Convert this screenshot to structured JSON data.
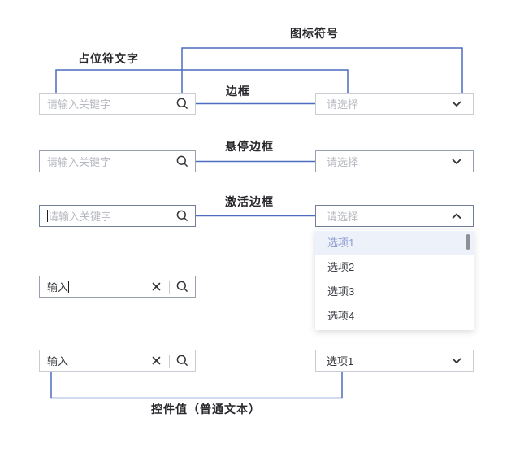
{
  "colors": {
    "connector": "#4d6bbf",
    "label_text": "#26272b",
    "border_normal": "#c9ccd3",
    "border_hover": "#98a0b0",
    "border_active": "#727d96",
    "placeholder_text": "#b6b9c0",
    "value_text": "#2e3136",
    "icon_stroke": "#33353a",
    "dropdown_highlight_bg": "#edf1fa",
    "dropdown_highlight_text": "#8d9ccf",
    "dropdown_item_text": "#3a3d44",
    "scrollbar_thumb": "#8f9095"
  },
  "annotations": {
    "placeholder_label": "占位符文字",
    "icon_label": "图标符号",
    "border_label": "边框",
    "hover_border_label": "悬停边框",
    "active_border_label": "激活边框",
    "value_label": "控件值（普通文本）"
  },
  "search_input": {
    "placeholder": "请输入关键字",
    "value": "输入"
  },
  "select": {
    "placeholder": "请选择",
    "selected_value": "选项1"
  },
  "dropdown": {
    "items": [
      {
        "label": "选项1",
        "highlighted": true
      },
      {
        "label": "选项2",
        "highlighted": false
      },
      {
        "label": "选项3",
        "highlighted": false
      },
      {
        "label": "选项4",
        "highlighted": false
      }
    ]
  }
}
